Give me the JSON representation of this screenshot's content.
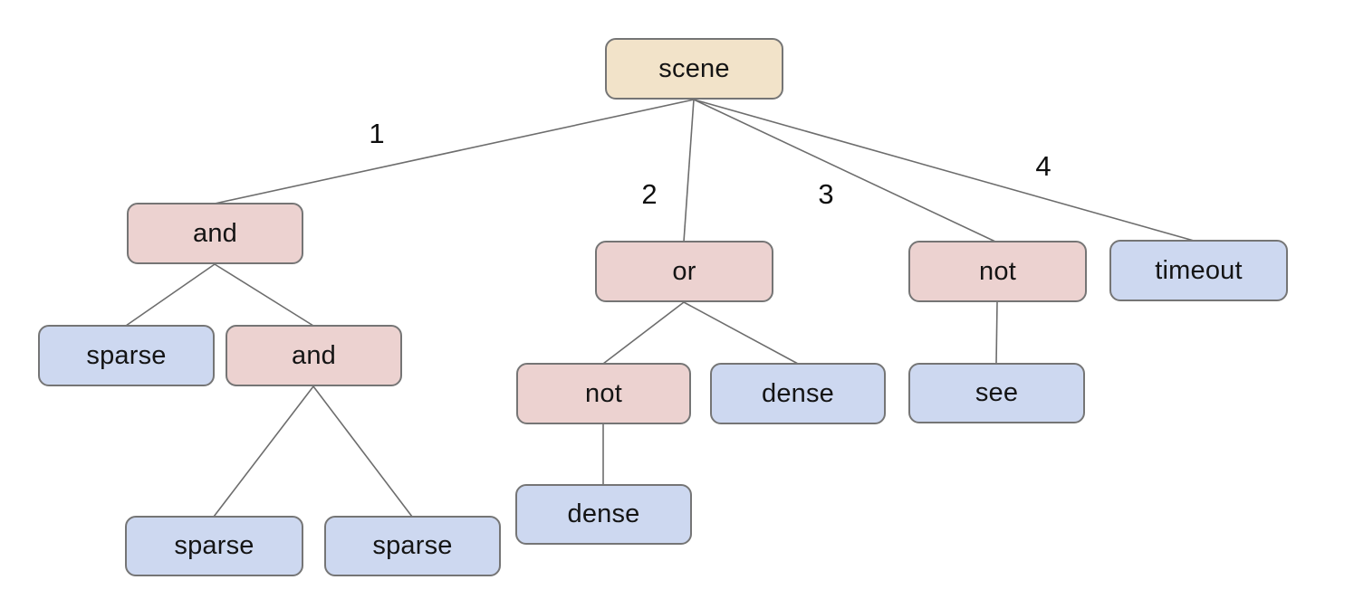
{
  "tree": {
    "nodes": [
      {
        "id": "scene",
        "label": "scene",
        "role": "root",
        "fill": "tan"
      },
      {
        "id": "and-1",
        "label": "and",
        "role": "operator",
        "fill": "pink"
      },
      {
        "id": "or-1",
        "label": "or",
        "role": "operator",
        "fill": "pink"
      },
      {
        "id": "not-1",
        "label": "not",
        "role": "operator",
        "fill": "pink"
      },
      {
        "id": "timeout-1",
        "label": "timeout",
        "role": "leaf",
        "fill": "blue"
      },
      {
        "id": "sparse-1",
        "label": "sparse",
        "role": "leaf",
        "fill": "blue"
      },
      {
        "id": "and-2",
        "label": "and",
        "role": "operator",
        "fill": "pink"
      },
      {
        "id": "sparse-2",
        "label": "sparse",
        "role": "leaf",
        "fill": "blue"
      },
      {
        "id": "sparse-3",
        "label": "sparse",
        "role": "leaf",
        "fill": "blue"
      },
      {
        "id": "not-2",
        "label": "not",
        "role": "operator",
        "fill": "pink"
      },
      {
        "id": "dense-1",
        "label": "dense",
        "role": "leaf",
        "fill": "blue"
      },
      {
        "id": "dense-2",
        "label": "dense",
        "role": "leaf",
        "fill": "blue"
      },
      {
        "id": "see-1",
        "label": "see",
        "role": "leaf",
        "fill": "blue"
      }
    ],
    "edges": [
      {
        "from": "scene",
        "to": "and-1",
        "label": "1"
      },
      {
        "from": "scene",
        "to": "or-1",
        "label": "2"
      },
      {
        "from": "scene",
        "to": "not-1",
        "label": "3"
      },
      {
        "from": "scene",
        "to": "timeout-1",
        "label": "4"
      },
      {
        "from": "and-1",
        "to": "sparse-1"
      },
      {
        "from": "and-1",
        "to": "and-2"
      },
      {
        "from": "and-2",
        "to": "sparse-2"
      },
      {
        "from": "and-2",
        "to": "sparse-3"
      },
      {
        "from": "or-1",
        "to": "not-2"
      },
      {
        "from": "or-1",
        "to": "dense-1"
      },
      {
        "from": "not-2",
        "to": "dense-2"
      },
      {
        "from": "not-1",
        "to": "see-1"
      }
    ],
    "colors": {
      "root_fill": "#f2e3c9",
      "operator_fill": "#ecd2d0",
      "leaf_fill": "#cdd8f0",
      "node_border": "#757575",
      "edge_line": "#6d6d6d",
      "text": "#141414",
      "background": "#ffffff"
    }
  }
}
